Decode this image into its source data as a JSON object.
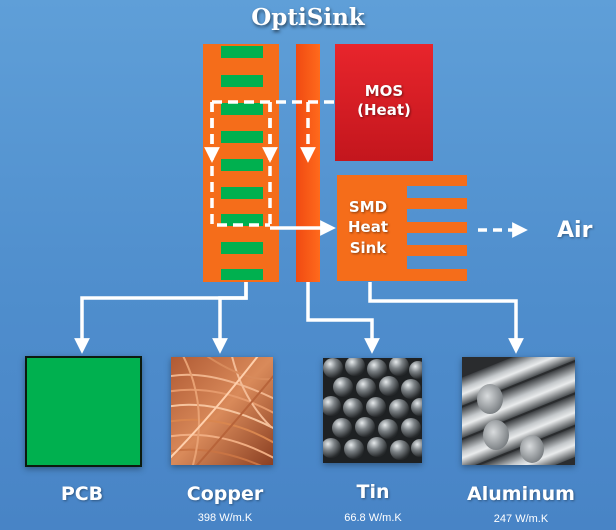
{
  "title": "OptiSink",
  "components": {
    "mos": {
      "line1": "MOS",
      "line2": "(Heat)"
    },
    "smd": {
      "line1": "SMD",
      "line2": "Heat",
      "line3": "Sink"
    },
    "air": "Air"
  },
  "materials": [
    {
      "name": "PCB",
      "value": ""
    },
    {
      "name": "Copper",
      "value": "398 W/m.K"
    },
    {
      "name": "Tin",
      "value": "66.8 W/m.K"
    },
    {
      "name": "Aluminum",
      "value": "247 W/m.K"
    }
  ],
  "colors": {
    "pcb_green": "#00b04f",
    "orange": "#f56d1a",
    "red": "#d81f26",
    "background": "#5a99d4"
  }
}
